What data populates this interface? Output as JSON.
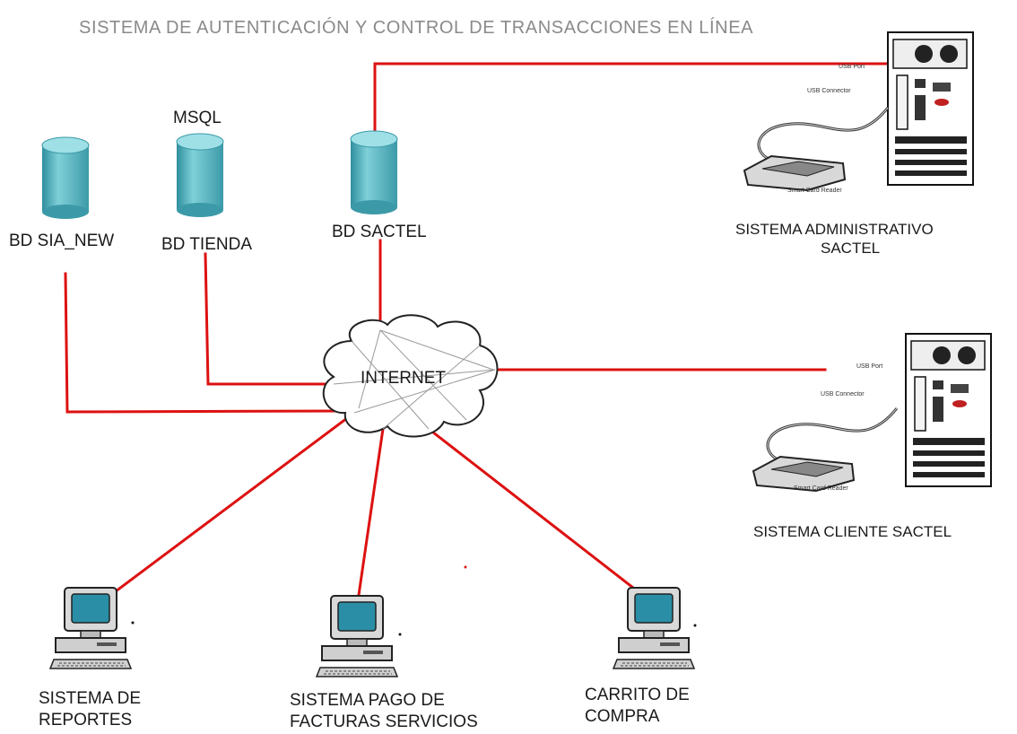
{
  "title": "SISTEMA DE AUTENTICACIÓN Y CONTROL DE TRANSACCIONES EN LÍNEA",
  "colors": {
    "link": "#dd1111",
    "cylinder": "#5bb6c2",
    "screen": "#2a8ea6"
  },
  "databases": [
    {
      "label": "BD SIA_NEW"
    },
    {
      "label": "BD TIENDA",
      "tag": "MSQL"
    },
    {
      "label": "BD SACTEL"
    }
  ],
  "cloud": {
    "label": "INTERNET"
  },
  "servers": [
    {
      "label_line1": "SISTEMA ADMINISTRATIVO",
      "label_line2": "SACTEL",
      "usb_port": "USB Port",
      "usb_connector": "USB Connector",
      "reader": "Smart Card Reader"
    },
    {
      "label_line1": "SISTEMA CLIENTE SACTEL",
      "usb_port": "USB Port",
      "usb_connector": "USB Connector",
      "reader": "Smart Card Reader"
    }
  ],
  "clients": [
    {
      "label_line1": "SISTEMA DE",
      "label_line2": "REPORTES"
    },
    {
      "label_line1": "SISTEMA PAGO DE",
      "label_line2": "FACTURAS SERVICIOS"
    },
    {
      "label_line1": "CARRITO DE",
      "label_line2": "COMPRA"
    }
  ]
}
